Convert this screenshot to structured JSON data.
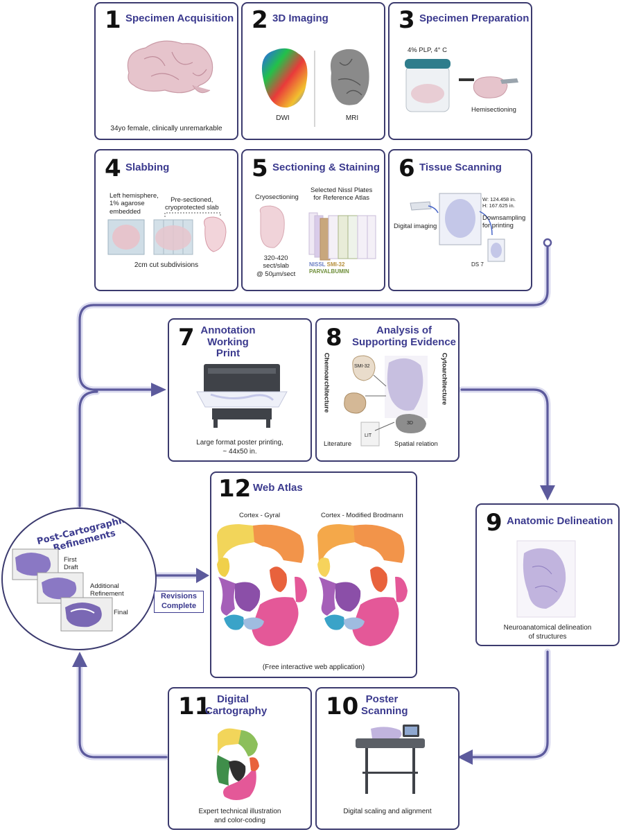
{
  "steps": {
    "s1": {
      "num": "1",
      "title": "Specimen Acquisition",
      "caption": "34yo female, clinically unremarkable"
    },
    "s2": {
      "num": "2",
      "title": "3D Imaging",
      "label_dwi": "DWI",
      "label_mri": "MRI"
    },
    "s3": {
      "num": "3",
      "title": "Specimen Preparation",
      "fixative": "4% PLP, 4° C",
      "caption": "Hemisectioning"
    },
    "s4": {
      "num": "4",
      "title": "Slabbing",
      "left_note_1": "Left hemisphere,",
      "left_note_2": "1% agarose",
      "left_note_3": "embedded",
      "right_note_1": "Pre-sectioned,",
      "right_note_2": "cryoprotected slab",
      "caption": "2cm cut subdivisions"
    },
    "s5": {
      "num": "5",
      "title": "Sectioning & Staining",
      "cryo": "Cryosectioning",
      "plates_1": "Selected Nissl Plates",
      "plates_2": "for Reference Atlas",
      "sect_1": "320-420",
      "sect_2": "sect/slab",
      "sect_3": "@ 50µm/sect",
      "stain_nissl": "NISSL",
      "stain_smi": "SMI-32",
      "stain_parv": "PARVALBUMIN"
    },
    "s6": {
      "num": "6",
      "title": "Tissue Scanning",
      "dims_w": "W: 124.458 in.",
      "dims_h": "H: 167.625 in.",
      "imaging": "Digital imaging",
      "down_1": "Downsampling",
      "down_2": "for printing",
      "ds": "DS 7"
    },
    "s7": {
      "num": "7",
      "title_1": "Annotation",
      "title_2": "Working Print",
      "caption_1": "Large format poster printing,",
      "caption_2": "~ 44x50 in."
    },
    "s8": {
      "num": "8",
      "title_1": "Analysis of",
      "title_2": "Supporting Evidence",
      "chemo": "Chemoarchitecture",
      "cyto": "Cytoarchitecture",
      "lit": "Literature",
      "lit_box": "LIT",
      "spatial": "Spatial relation",
      "smi_tag": "SMI-32",
      "three_d": "3D"
    },
    "s9": {
      "num": "9",
      "title": "Anatomic Delineation",
      "caption_1": "Neuroanatomical delineation",
      "caption_2": "of structures"
    },
    "s10": {
      "num": "10",
      "title_1": "Poster",
      "title_2": "Scanning",
      "caption": "Digital scaling and alignment"
    },
    "s11": {
      "num": "11",
      "title_1": "Digital",
      "title_2": "Cartography",
      "caption_1": "Expert technical illustration",
      "caption_2": "and color-coding"
    },
    "s12": {
      "num": "12",
      "title": "Web Atlas",
      "left_label": "Cortex - Gyral",
      "right_label": "Cortex - Modified Brodmann",
      "caption": "(Free interactive web application)"
    }
  },
  "refinements": {
    "title": "Post-Cartographic Refinements",
    "first": "First",
    "draft": "Draft",
    "additional": "Additional",
    "refinement": "Refinement",
    "final": "Final"
  },
  "revisions": {
    "line1": "Revisions",
    "line2": "Complete"
  },
  "colors": {
    "box_border": "#3b3a6e",
    "title": "#3b3a8e",
    "flow": "#5c5a9c",
    "flow_light": "#dcdcf0",
    "brain_pink": "#e8c8cf",
    "nissl_purple": "#b9aad6"
  }
}
